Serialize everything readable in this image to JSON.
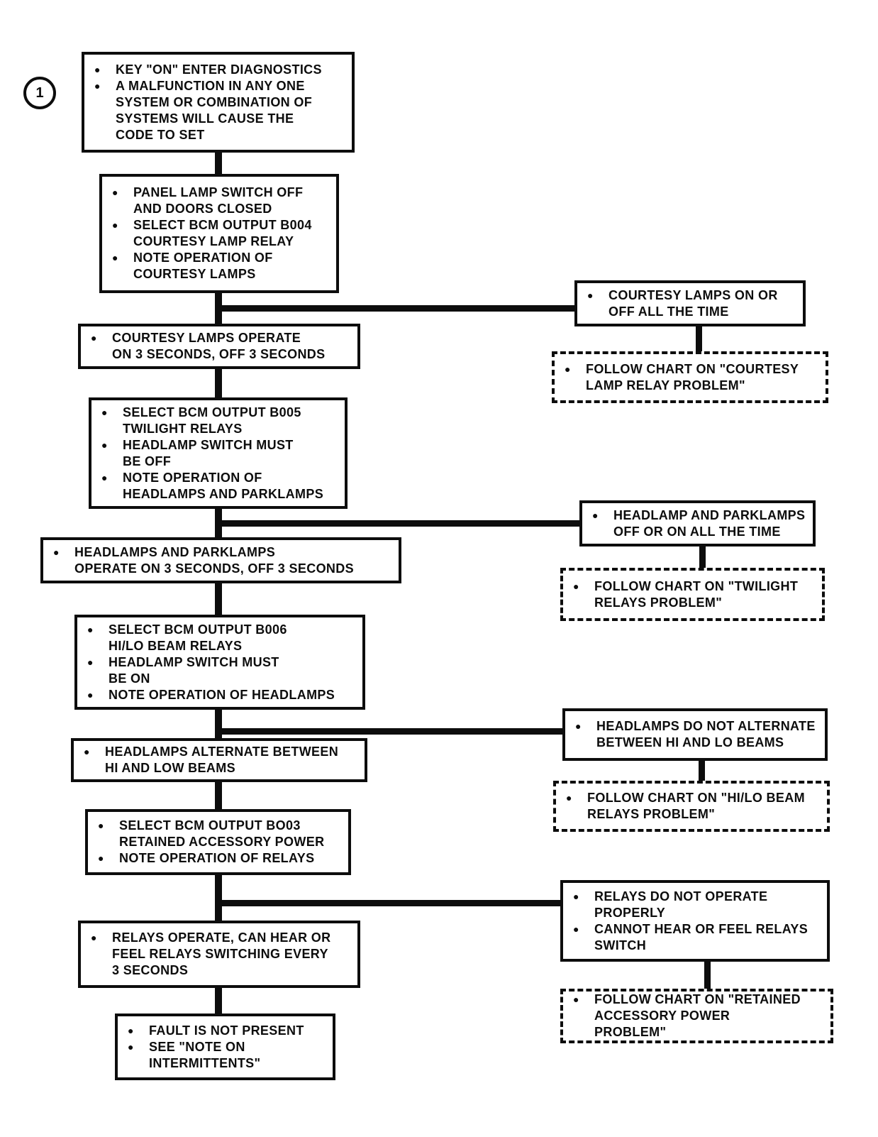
{
  "figure": {
    "step_label": "1"
  },
  "icons": {
    "bullet": "●"
  },
  "colors": {
    "ink": "#0d0d0d",
    "paper": "#ffffff"
  },
  "nodes": [
    {
      "id": "n1",
      "style": "solid",
      "bullets": [
        {
          "lines": [
            "KEY \"ON\" ENTER DIAGNOSTICS"
          ]
        },
        {
          "lines": [
            "A MALFUNCTION IN ANY ONE",
            "SYSTEM OR COMBINATION OF",
            "SYSTEMS WILL CAUSE THE",
            "CODE TO SET"
          ]
        }
      ]
    },
    {
      "id": "n2",
      "style": "solid",
      "bullets": [
        {
          "lines": [
            "PANEL LAMP SWITCH OFF",
            "AND DOORS CLOSED"
          ]
        },
        {
          "lines": [
            "SELECT BCM OUTPUT B004",
            "COURTESY LAMP RELAY"
          ]
        },
        {
          "lines": [
            "NOTE OPERATION OF",
            "COURTESY LAMPS"
          ]
        }
      ]
    },
    {
      "id": "r1",
      "style": "solid",
      "bullets": [
        {
          "lines": [
            "COURTESY LAMPS ON OR",
            "OFF ALL THE TIME"
          ]
        }
      ]
    },
    {
      "id": "r1d",
      "style": "dashed",
      "bullets": [
        {
          "lines": [
            "FOLLOW CHART ON \"COURTESY",
            "LAMP RELAY PROBLEM\""
          ]
        }
      ]
    },
    {
      "id": "n3",
      "style": "solid",
      "bullets": [
        {
          "lines": [
            "COURTESY LAMPS OPERATE",
            "ON 3 SECONDS, OFF 3 SECONDS"
          ]
        }
      ]
    },
    {
      "id": "n4",
      "style": "solid",
      "bullets": [
        {
          "lines": [
            "SELECT BCM OUTPUT B005",
            "TWILIGHT RELAYS"
          ]
        },
        {
          "lines": [
            "HEADLAMP SWITCH MUST",
            "BE OFF"
          ]
        },
        {
          "lines": [
            "NOTE OPERATION OF",
            "HEADLAMPS AND PARKLAMPS"
          ]
        }
      ]
    },
    {
      "id": "r2",
      "style": "solid",
      "bullets": [
        {
          "lines": [
            "HEADLAMP AND PARKLAMPS",
            "OFF OR ON ALL THE TIME"
          ]
        }
      ]
    },
    {
      "id": "r2d",
      "style": "dashed",
      "bullets": [
        {
          "lines": [
            "FOLLOW CHART ON \"TWILIGHT",
            "RELAYS PROBLEM\""
          ]
        }
      ]
    },
    {
      "id": "n5",
      "style": "solid",
      "bullets": [
        {
          "lines": [
            "HEADLAMPS AND PARKLAMPS",
            "OPERATE ON 3 SECONDS, OFF 3 SECONDS"
          ]
        }
      ]
    },
    {
      "id": "n6",
      "style": "solid",
      "bullets": [
        {
          "lines": [
            "SELECT BCM OUTPUT B006",
            "HI/LO BEAM RELAYS"
          ]
        },
        {
          "lines": [
            "HEADLAMP SWITCH MUST",
            "BE ON"
          ]
        },
        {
          "lines": [
            "NOTE OPERATION OF HEADLAMPS"
          ]
        }
      ]
    },
    {
      "id": "r3",
      "style": "solid",
      "bullets": [
        {
          "lines": [
            "HEADLAMPS DO NOT ALTERNATE",
            "BETWEEN HI AND LO BEAMS"
          ]
        }
      ]
    },
    {
      "id": "r3d",
      "style": "dashed",
      "bullets": [
        {
          "lines": [
            "FOLLOW CHART ON \"HI/LO BEAM",
            "RELAYS PROBLEM\""
          ]
        }
      ]
    },
    {
      "id": "n7",
      "style": "solid",
      "bullets": [
        {
          "lines": [
            "HEADLAMPS ALTERNATE BETWEEN",
            "HI AND LOW BEAMS"
          ]
        }
      ]
    },
    {
      "id": "n8",
      "style": "solid",
      "bullets": [
        {
          "lines": [
            "SELECT BCM OUTPUT BO03",
            "RETAINED ACCESSORY POWER"
          ]
        },
        {
          "lines": [
            "NOTE OPERATION OF RELAYS"
          ]
        }
      ]
    },
    {
      "id": "r4",
      "style": "solid",
      "bullets": [
        {
          "lines": [
            "RELAYS DO NOT OPERATE",
            "PROPERLY"
          ]
        },
        {
          "lines": [
            "CANNOT HEAR OR FEEL RELAYS",
            "SWITCH"
          ]
        }
      ]
    },
    {
      "id": "r4d",
      "style": "dashed",
      "bullets": [
        {
          "lines": [
            "FOLLOW CHART ON \"RETAINED",
            "ACCESSORY POWER",
            "PROBLEM\""
          ]
        }
      ]
    },
    {
      "id": "n9",
      "style": "solid",
      "bullets": [
        {
          "lines": [
            "RELAYS OPERATE, CAN HEAR OR",
            "FEEL RELAYS SWITCHING EVERY",
            "3 SECONDS"
          ]
        }
      ]
    },
    {
      "id": "n10",
      "style": "solid",
      "bullets": [
        {
          "lines": [
            "FAULT IS NOT PRESENT"
          ]
        },
        {
          "lines": [
            "SEE \"NOTE ON",
            "INTERMITTENTS\""
          ]
        }
      ]
    }
  ]
}
